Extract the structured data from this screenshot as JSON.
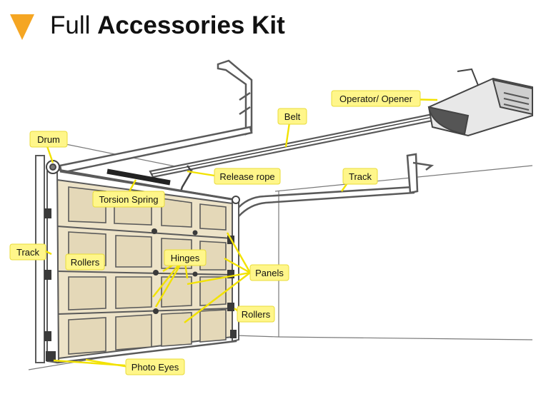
{
  "title": {
    "prefix": "Full",
    "emphasis": "Accessories Kit",
    "marker_color": "#f5a623"
  },
  "colors": {
    "label_fill": "#fff68a",
    "leader_line": "#f2e200",
    "panel_fill": "#ede3c8",
    "structure": "#5a5a5a"
  },
  "labels": {
    "drum": "Drum",
    "operator": "Operator/ Opener",
    "belt": "Belt",
    "release_rope": "Release rope",
    "track_right": "Track",
    "torsion_spring": "Torsion Spring",
    "track_left": "Track",
    "rollers_left": "Rollers",
    "hinges": "Hinges",
    "panels": "Panels",
    "rollers_right": "Rollers",
    "photo_eyes": "Photo Eyes"
  }
}
